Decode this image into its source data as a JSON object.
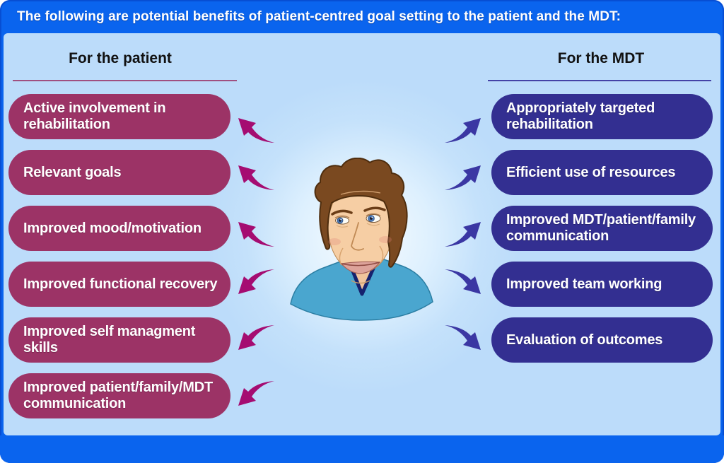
{
  "header": {
    "title": "The following are potential benefits of patient-centred goal setting to the patient and the MDT:"
  },
  "patient_column": {
    "heading": "For the patient",
    "items": [
      "Active involvement in rehabilitation",
      "Relevant goals",
      "Improved mood/motivation",
      "Improved functional recovery",
      "Improved self managment skills",
      "Improved patient/family/MDT communication"
    ]
  },
  "mdt_column": {
    "heading": "For the MDT",
    "items": [
      "Appropriately targeted rehabilitation",
      "Efficient use of resources",
      "Improved MDT/patient/family communication",
      "Improved team working",
      "Evaluation of outcomes"
    ]
  },
  "illustration": {
    "subject": "clinician-portrait"
  },
  "colors": {
    "frame_blue": "#0A64EE",
    "panel_blue": "#BCDCFA",
    "patient_pill": "#9C3366",
    "patient_arrow": "#A50C71",
    "patient_underline": "#A05080",
    "mdt_pill": "#332F91",
    "mdt_arrow": "#3B37A3",
    "mdt_underline": "#4443A6",
    "pill_text": "#FFFFFF",
    "heading_text": "#111111"
  }
}
